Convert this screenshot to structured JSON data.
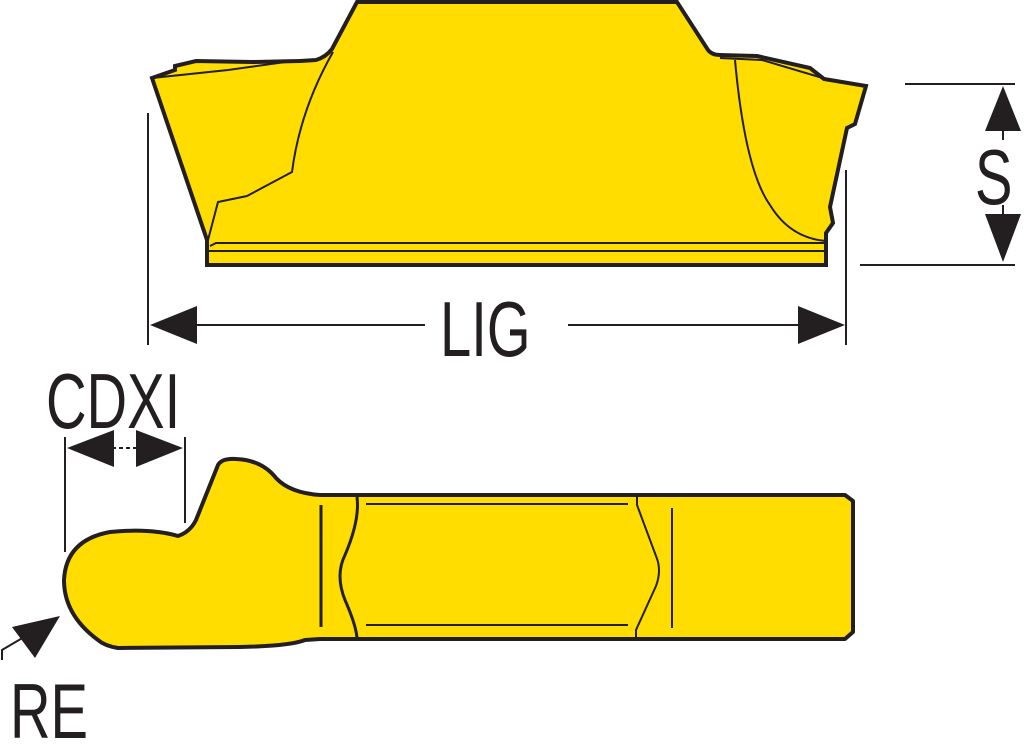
{
  "diagram": {
    "type": "technical-dimension-drawing",
    "subject": "grooving / parting insert",
    "views": [
      {
        "name": "side-view",
        "position": "top"
      },
      {
        "name": "top-view",
        "position": "bottom"
      }
    ],
    "colors": {
      "insert_fill": "#FFDD00",
      "outline": "#231F20",
      "background": "#FFFFFF"
    },
    "dimensions": {
      "lig": {
        "label": "LIG",
        "meaning": "insert length",
        "orientation": "horizontal"
      },
      "s": {
        "label": "S",
        "meaning": "insert thickness",
        "orientation": "vertical"
      },
      "cdxi": {
        "label": "CDXI",
        "meaning": "cutting depth",
        "orientation": "horizontal"
      },
      "re": {
        "label": "RE",
        "meaning": "corner radius",
        "orientation": "leader"
      }
    }
  }
}
